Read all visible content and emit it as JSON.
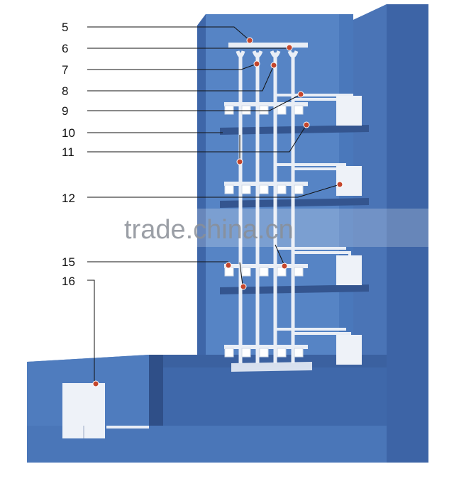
{
  "diagram": {
    "callouts": [
      "5",
      "6",
      "7",
      "8",
      "9",
      "10",
      "11",
      "12",
      "15",
      "16"
    ],
    "watermark": "trade.china.cn",
    "colors": {
      "background": "#ffffff",
      "wall_back": "#4a74b6",
      "wall_dark": "#3a5f9e",
      "wall_shadow": "#2f4f88",
      "floor": "#5b86c6",
      "shelf": "#34558f",
      "pipe": "#e9eef6",
      "valve": "#ffffff",
      "marker": "#c4462c",
      "leader": "#111111",
      "label": "#111111"
    }
  }
}
